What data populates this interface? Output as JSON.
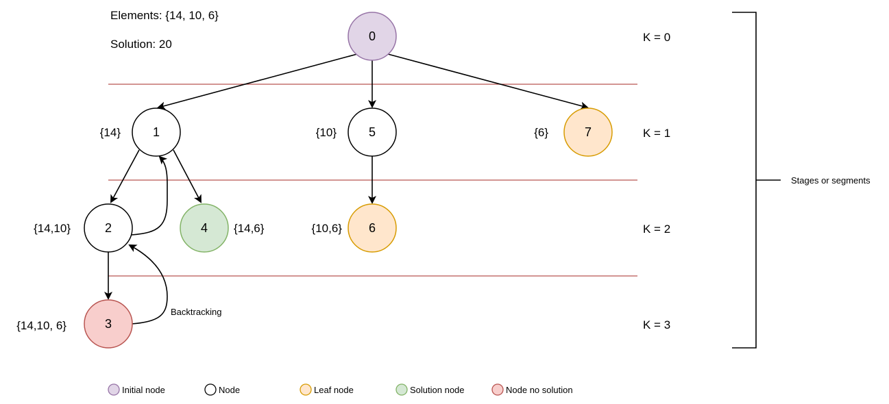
{
  "info": {
    "elements_label": "Elements: {14, 10, 6}",
    "solution_label": "Solution: 20"
  },
  "nodes": {
    "n0": {
      "label": "0",
      "type": "initial"
    },
    "n1": {
      "label": "1",
      "set": "{14}",
      "type": "node"
    },
    "n5": {
      "label": "5",
      "set": "{10}",
      "type": "node"
    },
    "n7": {
      "label": "7",
      "set": "{6}",
      "type": "leaf"
    },
    "n2": {
      "label": "2",
      "set": "{14,10}",
      "type": "node"
    },
    "n4": {
      "label": "4",
      "set": "{14,6}",
      "type": "solution"
    },
    "n6": {
      "label": "6",
      "set": "{10,6}",
      "type": "leaf"
    },
    "n3": {
      "label": "3",
      "set": "{14,10, 6}",
      "type": "no-solution"
    }
  },
  "edges": [
    {
      "from": "0",
      "to": "1"
    },
    {
      "from": "0",
      "to": "5"
    },
    {
      "from": "0",
      "to": "7"
    },
    {
      "from": "1",
      "to": "2"
    },
    {
      "from": "1",
      "to": "4"
    },
    {
      "from": "5",
      "to": "6"
    },
    {
      "from": "2",
      "to": "3"
    },
    {
      "from": "2",
      "to": "1",
      "kind": "backtrack"
    },
    {
      "from": "3",
      "to": "2",
      "kind": "backtrack"
    }
  ],
  "backtracking_label": "Backtracking",
  "levels": {
    "k0": "K = 0",
    "k1": "K = 1",
    "k2": "K = 2",
    "k3": "K = 3"
  },
  "stages_label": "Stages or segments",
  "legend": {
    "initial": "Initial node",
    "node": "Node",
    "leaf": "Leaf node",
    "solution": "Solution node",
    "no_solution": "Node no solution"
  },
  "colors": {
    "initial_fill": "#e1d5e7",
    "initial_stroke": "#9673a6",
    "node_fill": "#ffffff",
    "node_stroke": "#000000",
    "leaf_fill": "#ffe6cc",
    "leaf_stroke": "#d79b00",
    "solution_fill": "#d5e8d4",
    "solution_stroke": "#82b366",
    "nosol_fill": "#f8cecc",
    "nosol_stroke": "#b85450",
    "level_line": "#b85450"
  }
}
